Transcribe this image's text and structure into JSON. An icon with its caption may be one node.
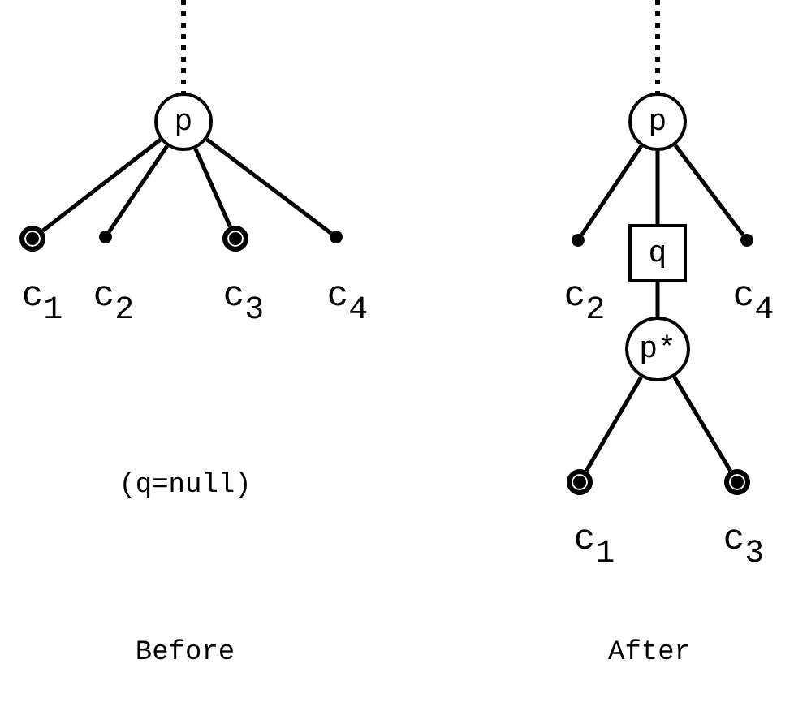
{
  "diagram": {
    "nodes": [
      {
        "text": [
          "p"
        ]
      },
      {
        "text": [],
        "shape": "circle",
        "beside": [
          "c$_{1}$"
        ]
      },
      {
        "text": [],
        "shape": "circle",
        "beside": [
          "c$_{2}$"
        ]
      },
      {
        "text": [],
        "shape": "circle",
        "beside": [
          "c$_{3}$"
        ]
      },
      {
        "text": [],
        "shape": "circle",
        "beside": [
          "c$_{4}$"
        ]
      },
      {
        "text": [
          "p"
        ]
      },
      {
        "text": [],
        "shape": "circle",
        "beside": [
          "c$_{2}$"
        ]
      },
      {
        "text": [
          "q"
        ]
      },
      {
        "text": [],
        "shape": "circle",
        "beside": [
          "c$_{4}$"
        ]
      },
      {
        "text": [
          "p*"
        ]
      },
      {
        "text": [],
        "shape": "circle",
        "beside": [
          "c$_{1}$"
        ]
      },
      {
        "text": [],
        "shape": "circle",
        "beside": [
          "c$_{3}$"
        ]
      }
    ],
    "edges": [
      {
        "from": null,
        "to": 0,
        "arrow": "none",
        "style": "dashed"
      },
      {
        "from": 0,
        "to": 1,
        "arrow": "none"
      },
      {
        "from": 0,
        "to": 2,
        "arrow": "none"
      },
      {
        "from": 0,
        "to": 3,
        "arrow": "none"
      },
      {
        "from": 0,
        "to": 4,
        "arrow": "none"
      },
      {
        "from": null,
        "to": 5,
        "arrow": "none",
        "style": "dashed"
      },
      {
        "from": 5,
        "to": 6,
        "arrow": "none"
      },
      {
        "from": 5,
        "to": 8,
        "arrow": "none"
      },
      {
        "from": 5,
        "to": 7,
        "arrow": "none"
      },
      {
        "from": 7,
        "to": 9,
        "arrow": "none"
      },
      {
        "from": 9,
        "to": 10,
        "arrow": "none"
      },
      {
        "from": 9,
        "to": 11,
        "arrow": "none"
      }
    ],
    "labels": [
      "(q=null)",
      "Before",
      "After"
    ]
  }
}
